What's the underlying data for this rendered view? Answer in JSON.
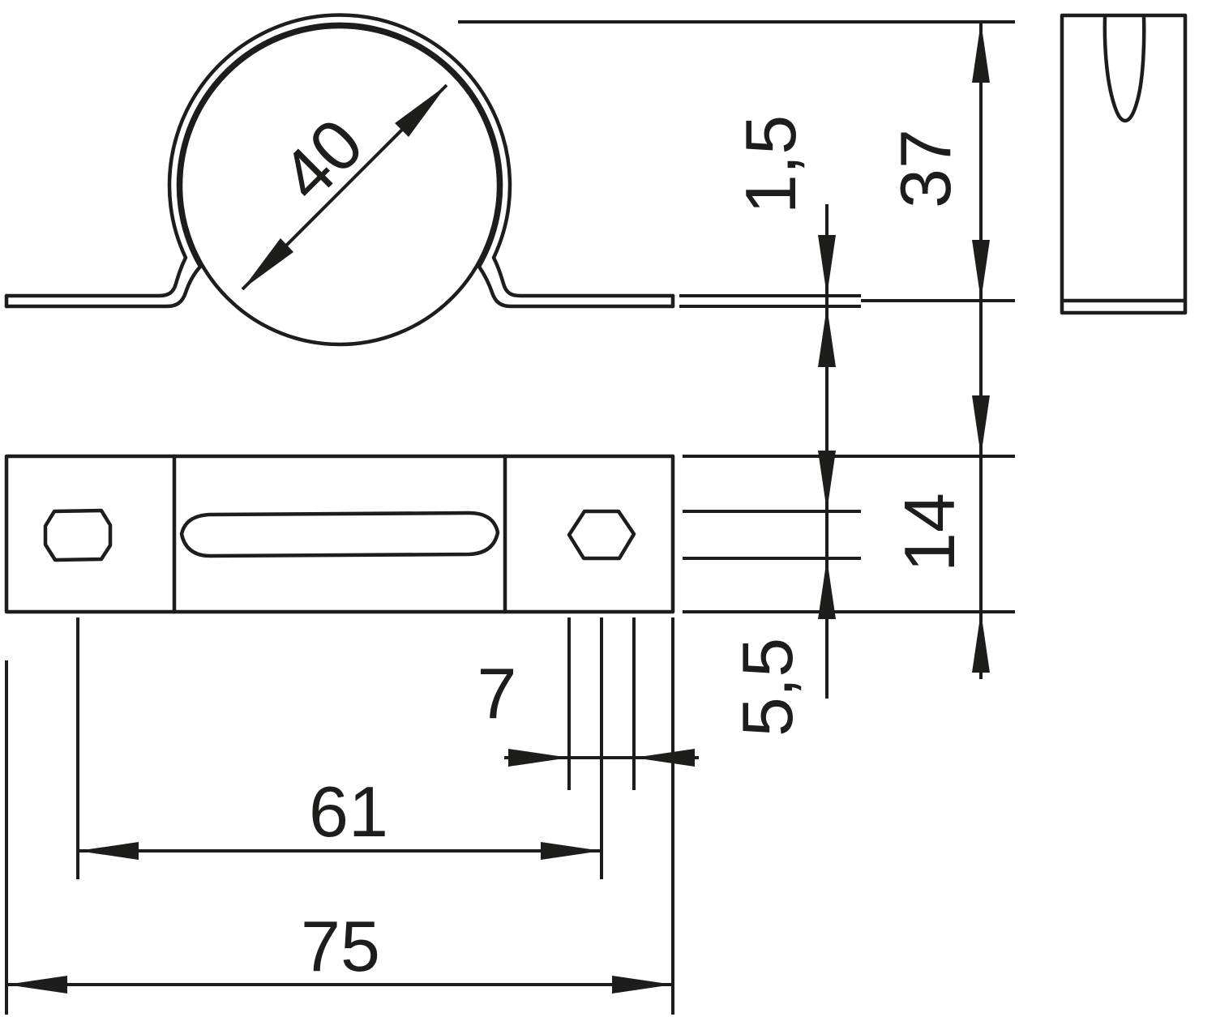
{
  "drawing": {
    "colors": {
      "line": "#1d1d1b",
      "background": "#ffffff"
    },
    "dimensions": {
      "diameter": "40",
      "thickness": "1,5",
      "height": "37",
      "width": "14",
      "hole_height": "5,5",
      "hole_width": "7",
      "hole_spacing": "61",
      "overall_length": "75"
    }
  }
}
